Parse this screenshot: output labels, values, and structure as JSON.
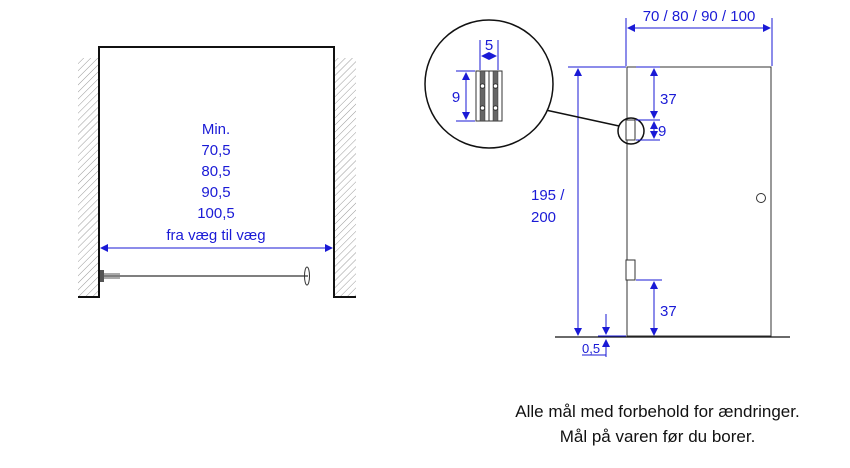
{
  "plan_view": {
    "label_min": "Min.",
    "widths": [
      "70,5",
      "80,5",
      "90,5",
      "100,5"
    ],
    "label_wall": "fra væg til væg"
  },
  "elevation": {
    "top_width": "70 / 80 / 90 / 100",
    "height_1": "195 /",
    "height_2": "200",
    "hinge_top_offset": "37",
    "hinge_height": "9",
    "hinge_bottom_offset": "37",
    "floor_gap": "0,5"
  },
  "detail": {
    "hinge_width": "5",
    "hinge_height": "9"
  },
  "notes": {
    "line1": "Alle mål med forbehold for ændringer.",
    "line2": "Mål på varen før du borer."
  },
  "colors": {
    "dimension": "#1a1ad6",
    "line": "#111111"
  }
}
